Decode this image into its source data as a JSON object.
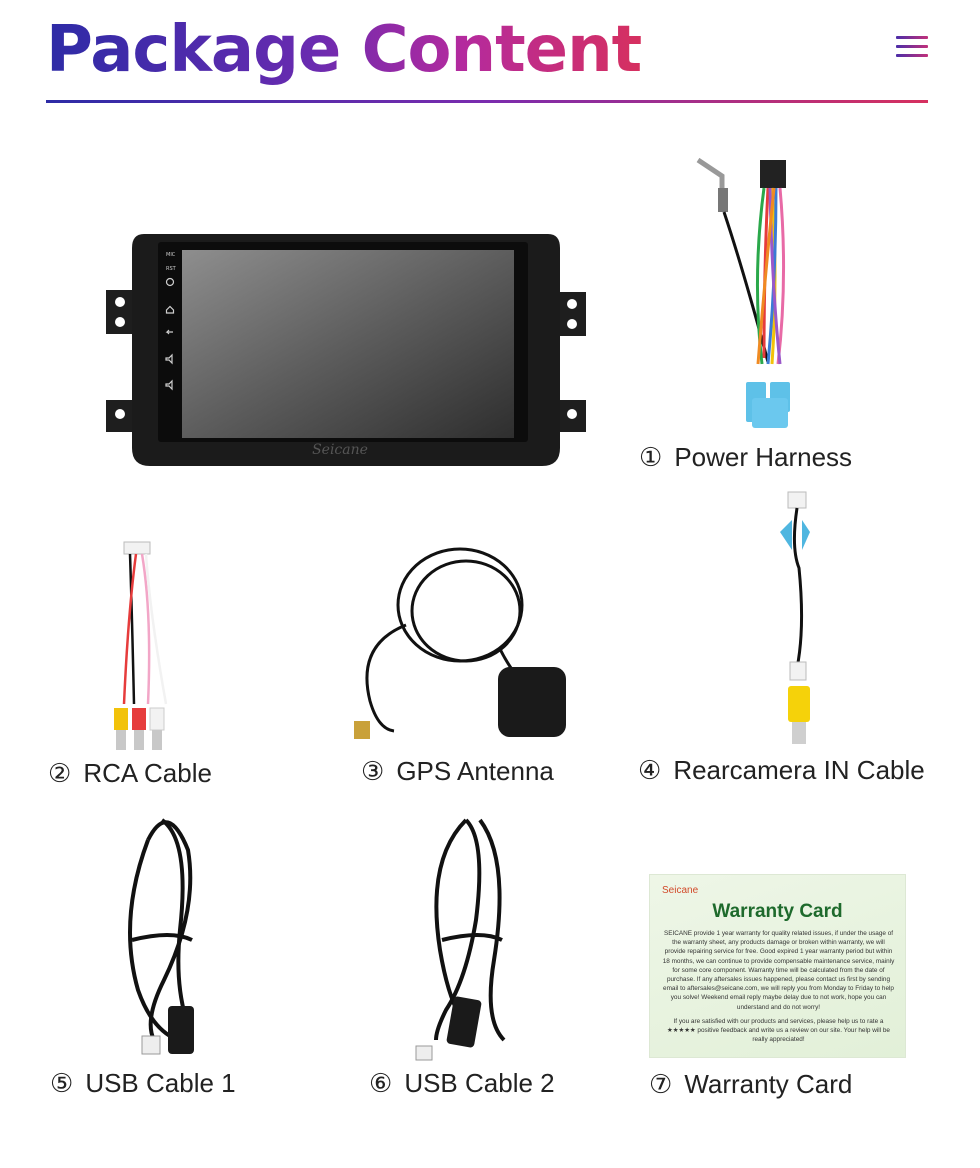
{
  "header": {
    "title": "Package Content"
  },
  "brand_colors": {
    "title_gradient_start": "#2d2ba6",
    "title_gradient_end": "#d6305f",
    "warranty_green": "#1e6a2c"
  },
  "device": {
    "logo": "Seicane",
    "side_labels": [
      "MIC",
      "RST"
    ],
    "side_icons": [
      "power-icon",
      "home-icon",
      "back-icon",
      "volume-up-icon",
      "volume-down-icon"
    ]
  },
  "items": [
    {
      "num": "①",
      "label": "Power Harness",
      "icon": "power-harness-image"
    },
    {
      "num": "②",
      "label": "RCA Cable",
      "icon": "rca-cable-image"
    },
    {
      "num": "③",
      "label": "GPS Antenna",
      "icon": "gps-antenna-image"
    },
    {
      "num": "④",
      "label": "Rearcamera IN Cable",
      "icon": "rearcamera-cable-image"
    },
    {
      "num": "⑤",
      "label": "USB Cable 1",
      "icon": "usb-cable-image"
    },
    {
      "num": "⑥",
      "label": "USB Cable 2",
      "icon": "usb-cable-image"
    },
    {
      "num": "⑦",
      "label": "Warranty Card",
      "icon": "warranty-card-image"
    }
  ],
  "warranty_card": {
    "brand": "Seicane",
    "title": "Warranty Card",
    "body": "SEICANE provide 1 year warranty for quality related issues, if under the usage of the warranty sheet, any products damage or broken within warranty, we will provide repairing service for free. Good expired 1 year warranty period but within 18 months, we can continue to provide compensable maintenance service, mainly for some core component. Warranty time will be calculated from the date of purchase. If any aftersales issues happened, please contact us first by sending email to aftersales@seicane.com, we will reply you from Monday to Friday to help you solve! Weekend email reply maybe delay due to not work, hope you can understand and do not worry!",
    "body2": "If you are satisfied with our products and services, please help us to rate a ★★★★★ positive feedback and write us a review on our site. Your help will be really appreciated!"
  }
}
